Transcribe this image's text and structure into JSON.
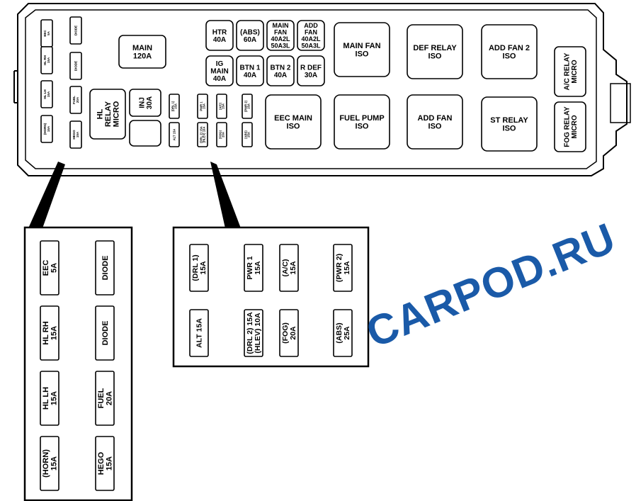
{
  "watermark": "CARPOD.RU",
  "colors": {
    "watermark": "#1a5aa8",
    "line": "#000000",
    "background": "#ffffff"
  },
  "box": {
    "small_fuses_left": [
      [
        "EEC",
        "5A"
      ],
      [
        "HL RH",
        "15A"
      ],
      [
        "HL LH",
        "15A"
      ],
      [
        "(HORN)",
        "15A"
      ],
      [
        "DIODE"
      ],
      [
        "DIODE"
      ],
      [
        "FUEL",
        "20A"
      ],
      [
        "HEGO",
        "15A"
      ]
    ],
    "relays_left": {
      "hl_relay": [
        "HL",
        "RELAY",
        "MICRO"
      ],
      "inj": [
        "INJ",
        "30A"
      ],
      "main": [
        "MAIN",
        "120A"
      ]
    },
    "small_fuses_mid": [
      [
        "(DRL 1)",
        "15A"
      ],
      [
        "ALT 15A"
      ],
      [
        "PWR 1",
        "15A"
      ],
      [
        "(DRL 2) 15A",
        "(HLEV) 10A"
      ],
      [
        "(A/C)",
        "15A"
      ],
      [
        "(FOG)",
        "20A"
      ],
      [
        "(PWR 2)",
        "15A"
      ],
      [
        "(ABS)",
        "25A"
      ]
    ],
    "cartridge_fuses": [
      [
        "HTR",
        "40A"
      ],
      [
        "(ABS)",
        "60A"
      ],
      [
        "MAIN",
        "FAN",
        "40A2L",
        "50A3L"
      ],
      [
        "ADD",
        "FAN",
        "40A2L",
        "50A3L"
      ],
      [
        "IG",
        "MAIN",
        "40A"
      ],
      [
        "BTN 1",
        "40A"
      ],
      [
        "BTN 2",
        "40A"
      ],
      [
        "R DEF",
        "30A"
      ]
    ],
    "iso_relays": [
      [
        "MAIN FAN",
        "ISO"
      ],
      [
        "DEF RELAY",
        "ISO"
      ],
      [
        "ADD FAN 2",
        "ISO"
      ],
      [
        "EEC MAIN",
        "ISO"
      ],
      [
        "FUEL PUMP",
        "ISO"
      ],
      [
        "ADD FAN",
        "ISO"
      ],
      [
        "ST RELAY",
        "ISO"
      ]
    ],
    "micro_relays": [
      [
        "A/C RELAY",
        "MICRO"
      ],
      [
        "FOG RELAY",
        "MICRO"
      ]
    ]
  },
  "detail_left": [
    [
      "EEC",
      "5A"
    ],
    [
      "DIODE"
    ],
    [
      "HL RH",
      "15A"
    ],
    [
      "DIODE"
    ],
    [
      "HL LH",
      "15A"
    ],
    [
      "FUEL",
      "20A"
    ],
    [
      "(HORN)",
      "15A"
    ],
    [
      "HEGO",
      "15A"
    ]
  ],
  "detail_right": [
    [
      "(DRL 1)",
      "15A"
    ],
    [
      "PWR 1",
      "15A"
    ],
    [
      "(A/C)",
      "15A"
    ],
    [
      "(PWR 2)",
      "15A"
    ],
    [
      "ALT 15A"
    ],
    [
      "(DRL 2) 15A",
      "(HLEV) 10A"
    ],
    [
      "(FOG)",
      "20A"
    ],
    [
      "(ABS)",
      "25A"
    ]
  ]
}
